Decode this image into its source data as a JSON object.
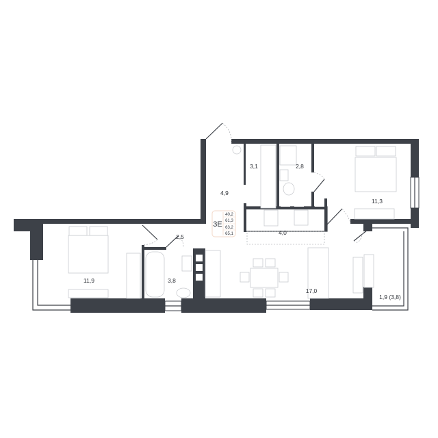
{
  "plan": {
    "unit_code": "3E",
    "areas": [
      "40,2",
      "61,3",
      "63,2",
      "65,1"
    ],
    "accent_color": "#f3d9c9",
    "wall_color": "#3d4148",
    "rooms": {
      "hall": "4,9",
      "wardrobe": "3,1",
      "bathroom_small": "2,8",
      "bedroom_right": "11,3",
      "kitchen": "4,0",
      "corridor": "2,5",
      "bedroom_left": "11,9",
      "bathroom": "3,8",
      "living": "17,0",
      "balcony": "1,9 (3,8)"
    }
  }
}
